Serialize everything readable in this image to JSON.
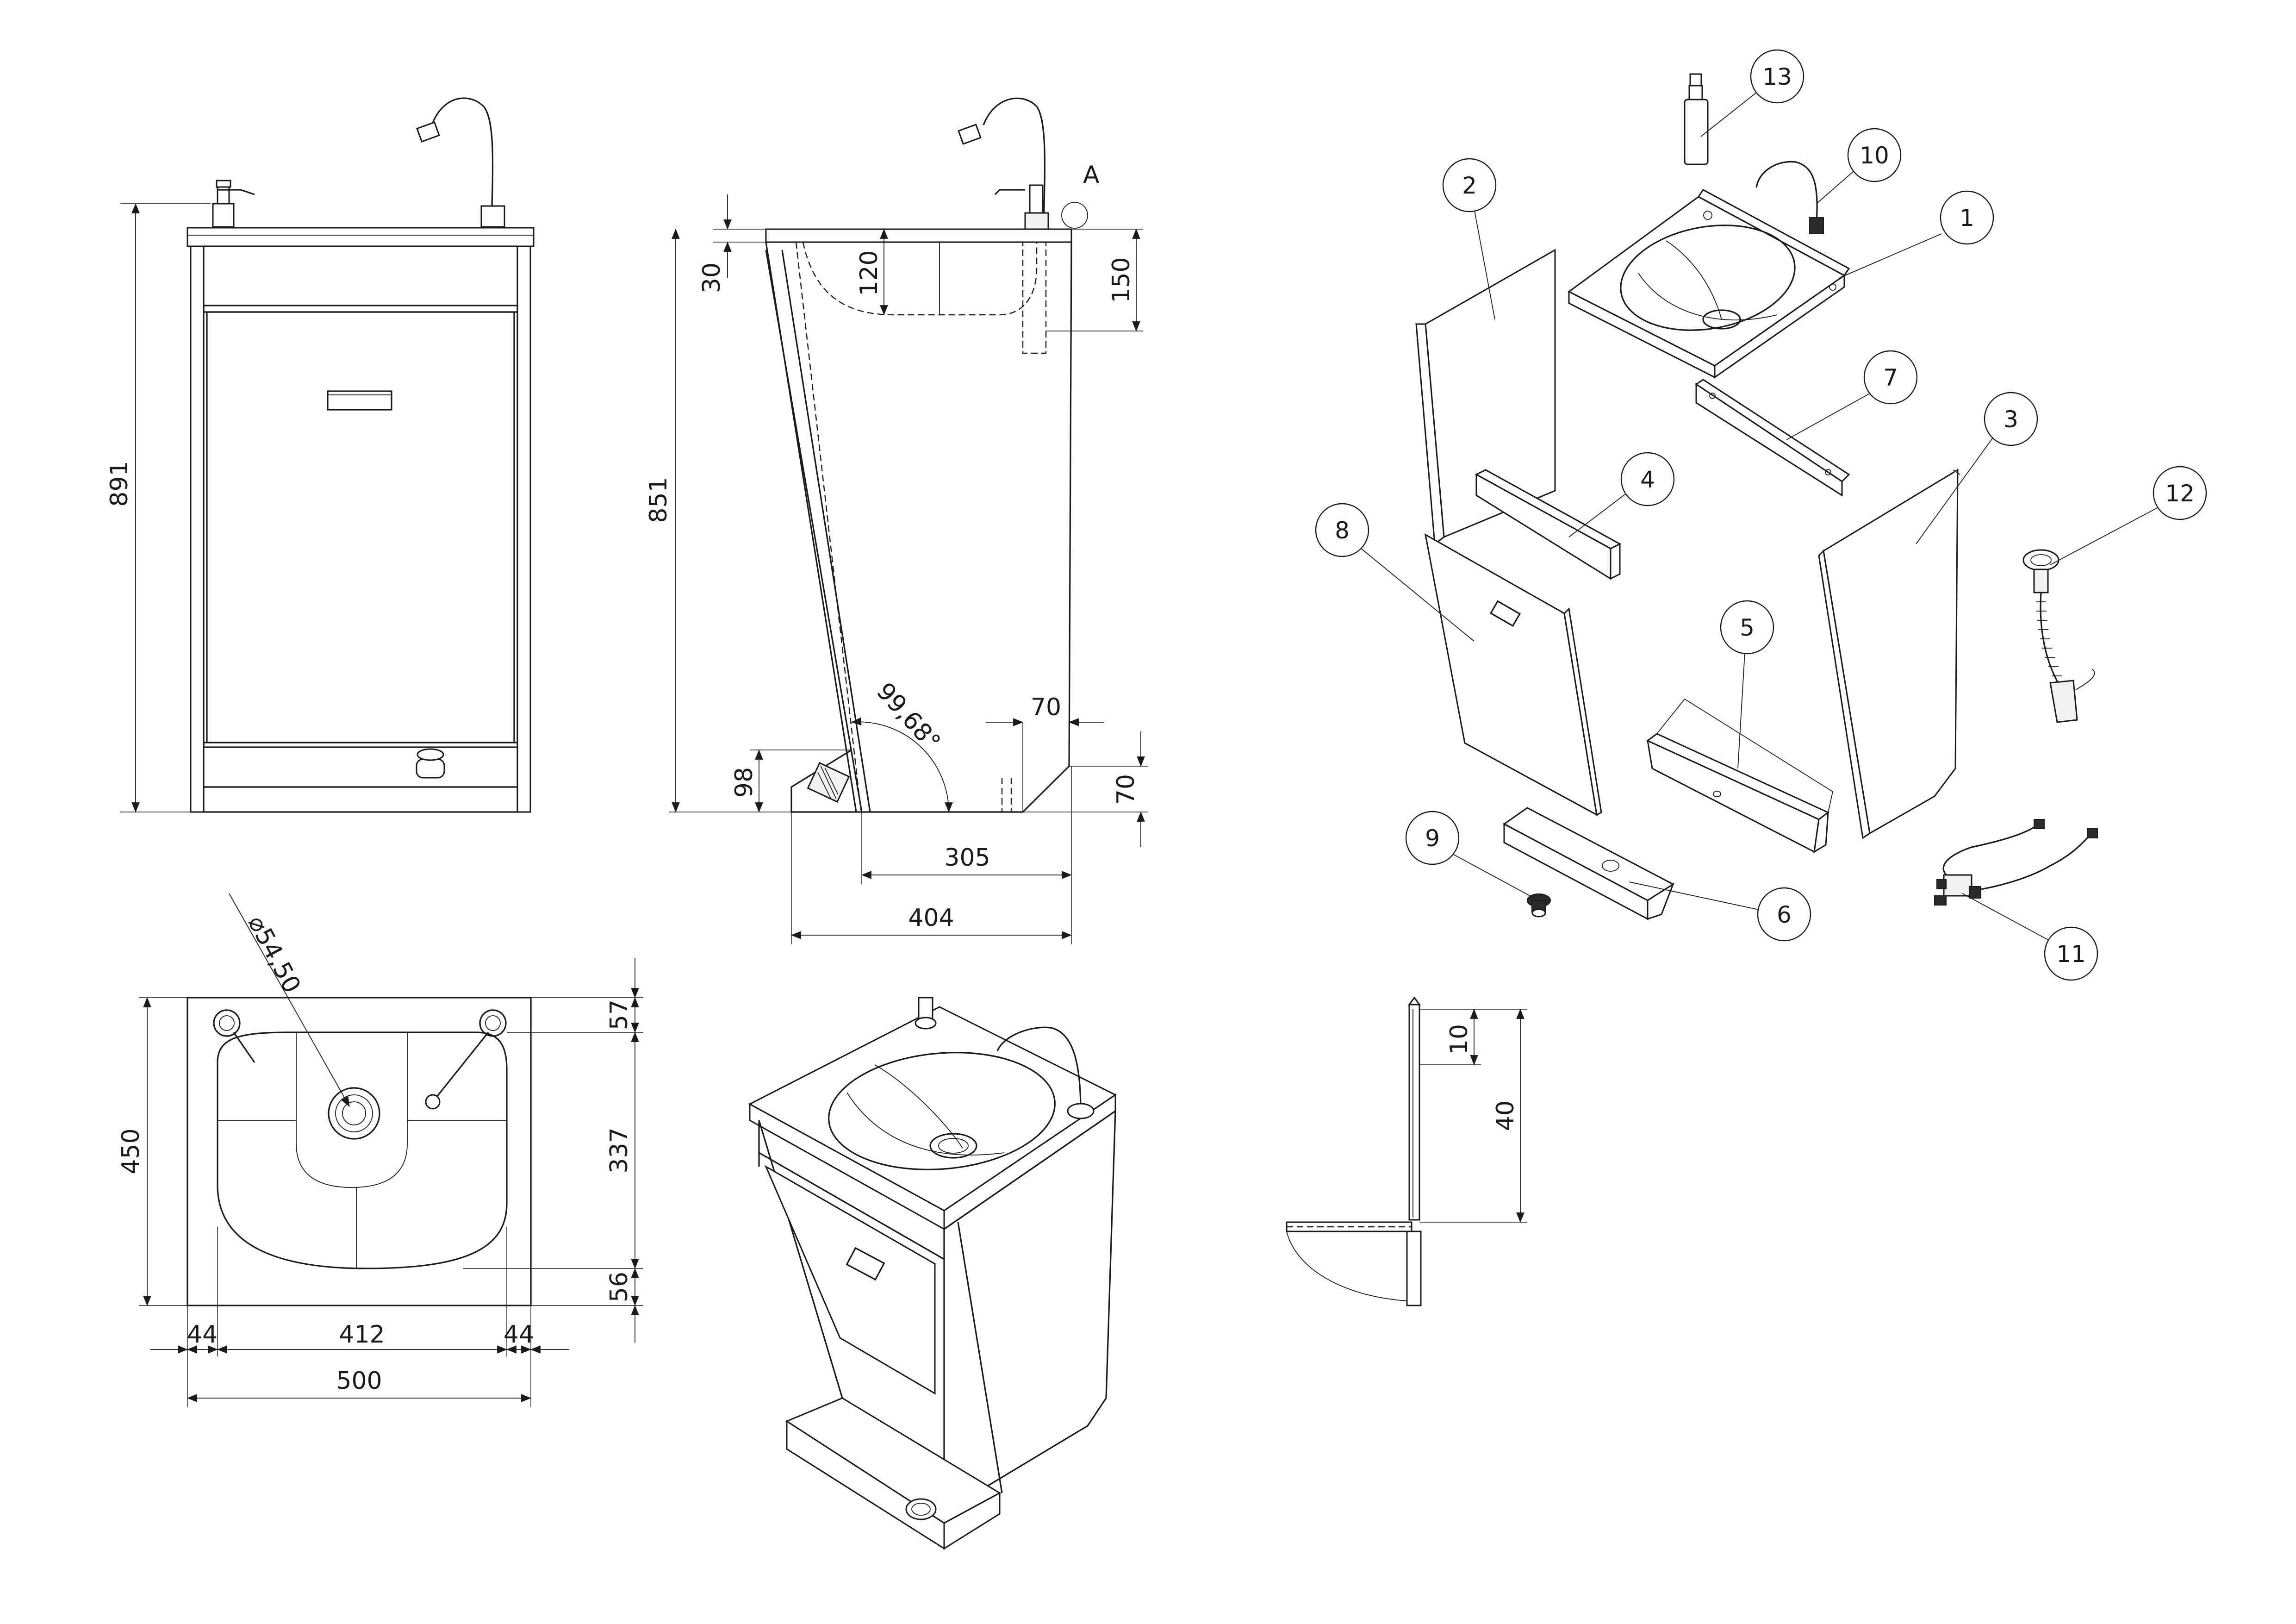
{
  "dimensions": {
    "front_height": "891",
    "side_height": "851",
    "side_top_offset": "30",
    "side_basin_depth": "120",
    "side_tap_height": "150",
    "side_toe_height": "98",
    "side_angle": "99,68°",
    "side_plinth_width": "70",
    "side_plinth_height": "70",
    "side_base_width": "305",
    "side_total_depth": "404",
    "detail_marker": "A",
    "top_drain_diameter": "⌀54,50",
    "top_depth": "450",
    "top_back_margin": "57",
    "top_bowl_depth": "337",
    "top_front_margin": "56",
    "top_left_margin": "44",
    "top_bowl_width": "412",
    "top_right_margin": "44",
    "top_total_width": "500",
    "detail_upper": "10",
    "detail_total": "40"
  },
  "balloons": [
    "1",
    "2",
    "3",
    "4",
    "5",
    "6",
    "7",
    "8",
    "9",
    "10",
    "11",
    "12",
    "13"
  ]
}
